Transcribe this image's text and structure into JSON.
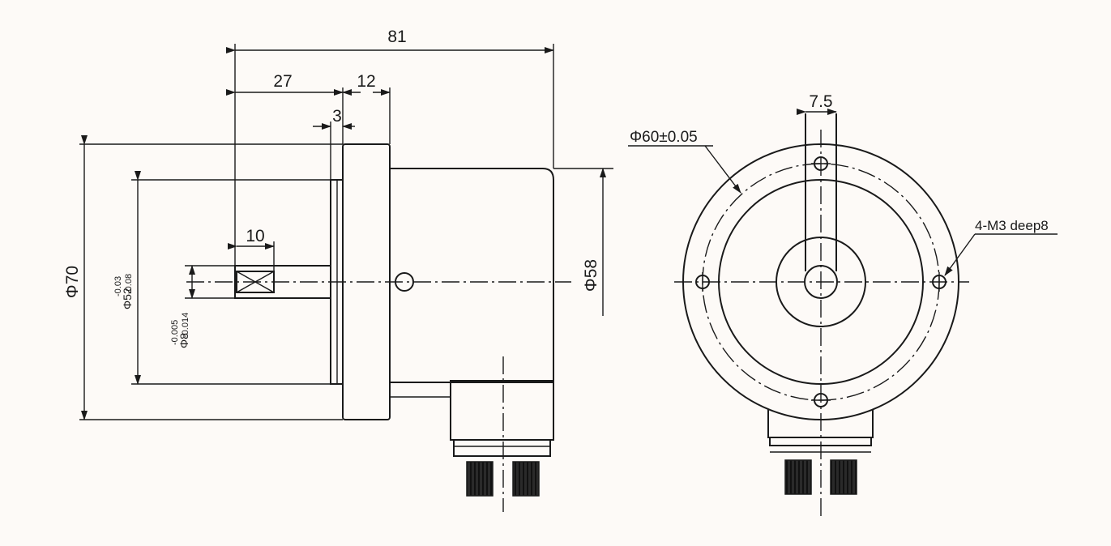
{
  "side_view": {
    "dims": {
      "overall_length": "81",
      "flange_offset": "27",
      "flange_thickness": "12",
      "step": "3",
      "shaft_flat": "10",
      "body_diameter": "Φ58",
      "flange_diameter": "Φ70",
      "spigot_nominal": "Φ52",
      "spigot_upper_tol": "-0.03",
      "spigot_lower_tol": "-0.08",
      "shaft_nominal": "Φ8",
      "shaft_upper_tol": "-0.005",
      "shaft_lower_tol": "-0.014"
    }
  },
  "front_view": {
    "dims": {
      "slot_width": "7.5",
      "bolt_circle": "Φ60±0.05",
      "mount_holes": "4-M3 deep8"
    }
  },
  "colors": {
    "background": "#fdfaf7",
    "line": "#1a1a1a",
    "connector": "#2a2a2a"
  }
}
